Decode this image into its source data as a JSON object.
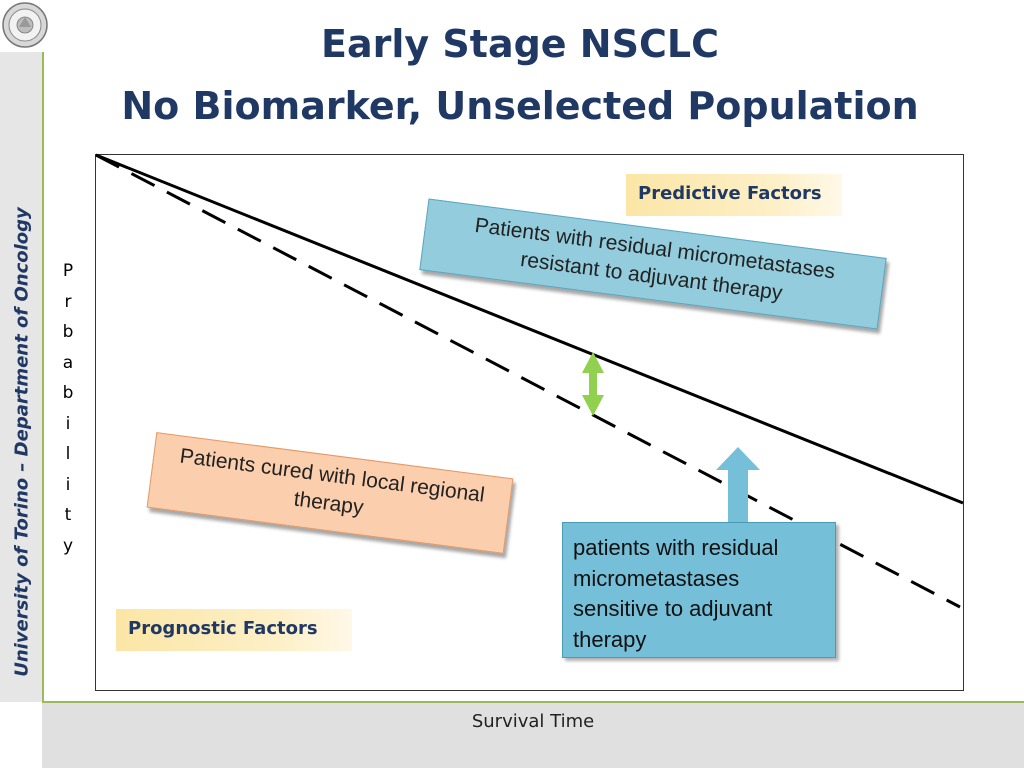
{
  "slide": {
    "title_line1": "Early Stage NSCLC",
    "title_line2": "No Biomarker, Unselected Population",
    "sidebar_text": "University of Torino – Department of Oncology"
  },
  "axes": {
    "y_label_letters": [
      "P",
      "r",
      "b",
      "a",
      "b",
      "i",
      "l",
      "i",
      "t",
      "y"
    ],
    "x_label": "Survival Time"
  },
  "labels": {
    "predictive": "Predictive Factors",
    "prognostic": "Prognostic Factors",
    "resistant": "Patients with residual micrometastases resistant to adjuvant therapy",
    "cured": "Patients cured with local regional therapy",
    "sensitive": "patients with residual micrometastases sensitive to adjuvant therapy"
  },
  "colors": {
    "title": "#1f3864",
    "accent_green": "#92d050",
    "box_blue_light": "#93cddd",
    "box_blue": "#75bfd8",
    "box_orange": "#fbcfae",
    "tag_gold": "#fbe6a6",
    "frame_green": "#9bbb59"
  },
  "icons": {
    "logo": "university-seal-icon",
    "double_arrow": "double-arrow-icon",
    "up_arrow": "up-arrow-icon"
  }
}
